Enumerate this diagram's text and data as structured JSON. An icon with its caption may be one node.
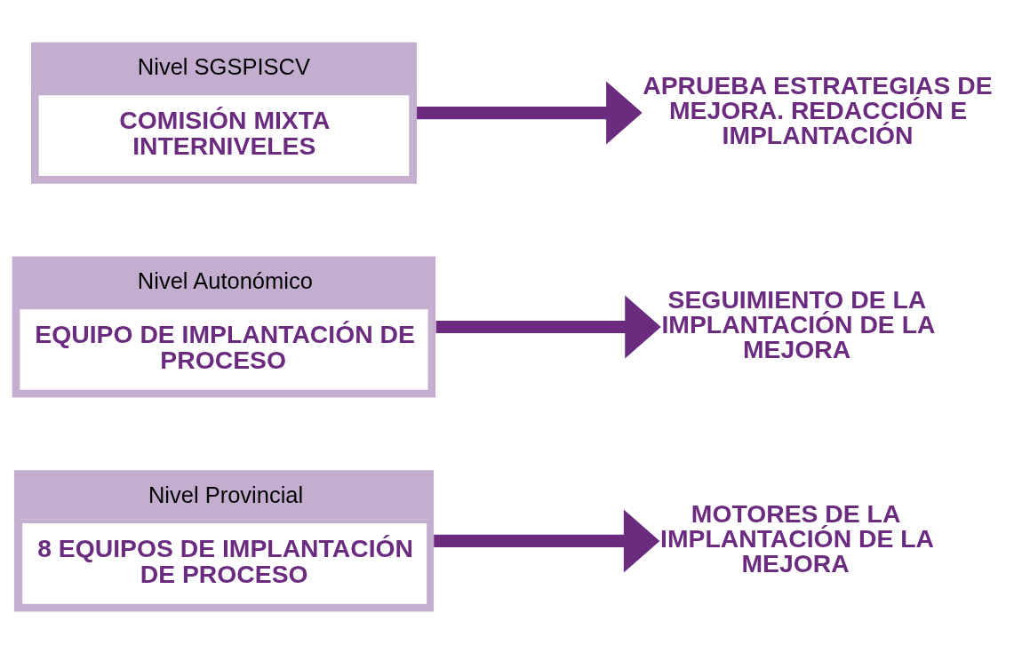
{
  "diagram": {
    "nodes": [
      {
        "text": [
          "Nivel SGSPISCV",
          "COMISIÓN MIXTA INTERNIVELES"
        ]
      },
      {
        "text": [
          "APRUEBA ESTRATEGIAS DE MEJORA. REDACCIÓN E IMPLANTACIÓN"
        ]
      },
      {
        "text": [
          "Nivel Autonómico",
          "EQUIPO DE IMPLANTACIÓN DE PROCESO"
        ]
      },
      {
        "text": [
          "SEGUIMIENTO DE LA IMPLANTACIÓN DE LA MEJORA"
        ]
      },
      {
        "text": [
          "Nivel Provincial",
          "8 EQUIPOS DE IMPLANTACIÓN DE PROCESO"
        ]
      },
      {
        "text": [
          "MOTORES DE LA IMPLANTACIÓN DE LA MEJORA"
        ]
      }
    ],
    "edges": [
      {
        "from": 0,
        "to": 1,
        "arrow": "to"
      },
      {
        "from": 2,
        "to": 3,
        "arrow": "to"
      },
      {
        "from": 4,
        "to": 5,
        "arrow": "to"
      }
    ]
  }
}
